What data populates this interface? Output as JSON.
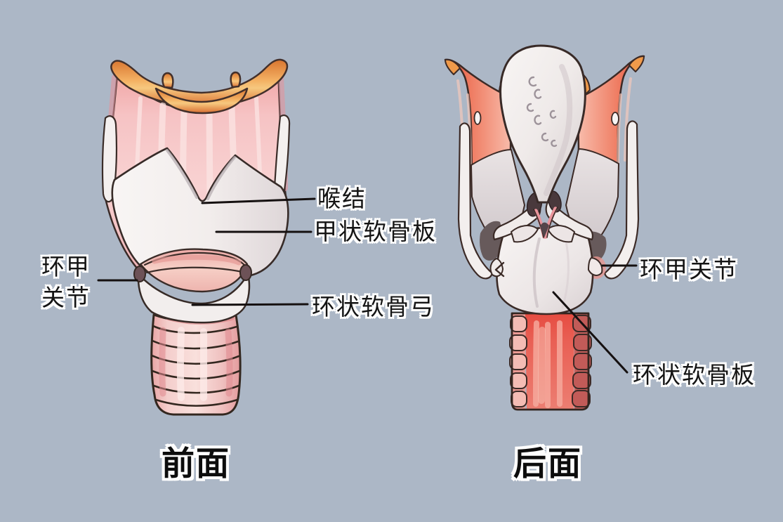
{
  "canvas": {
    "background": "#acb7c6"
  },
  "front_panel": {
    "caption": "前面",
    "labels": {
      "adams_apple": "喉结",
      "thyroid_lamina": "甲状软骨板",
      "cricothyroid_joint_line1": "环甲",
      "cricothyroid_joint_line2": "关节",
      "cricoid_arch": "环状软骨弓"
    }
  },
  "back_panel": {
    "caption": "后面",
    "labels": {
      "cricothyroid_joint": "环甲关节",
      "cricoid_lamina": "环状软骨板"
    }
  },
  "colors": {
    "background": "#acb7c6",
    "outline": "#3a2b28",
    "leader_line": "#151010",
    "label_text": "#141414",
    "label_halo": "#fdfdfd",
    "hyoid_orange": "#ef9a48",
    "membrane_pink": "#f6c3c4",
    "cartilage_white": "#f3efee",
    "wing_red": "#e84f39",
    "trachea_red": "#e75a50"
  }
}
